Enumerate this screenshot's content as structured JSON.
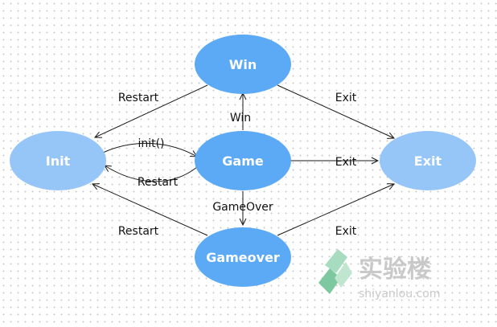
{
  "colors": {
    "node_primary": "#5caaf5",
    "node_light": "#96c6f7",
    "edge": "#1a1a1a",
    "watermark": "#c9c9c9",
    "watermark_icon": "#7ec8a0"
  },
  "nodes": {
    "win": "Win",
    "init": "Init",
    "game": "Game",
    "exit": "Exit",
    "gameover": "Gameover"
  },
  "edges": {
    "win_to_init": "Restart",
    "win_to_exit": "Exit",
    "game_to_win": "Win",
    "init_to_game": "init()",
    "game_to_init": "Restart",
    "game_to_exit": "Exit",
    "game_to_gameover": "GameOver",
    "gameover_to_init": "Restart",
    "gameover_to_exit": "Exit"
  },
  "watermark": {
    "brand": "实验楼",
    "url": "shiyanlou.com"
  }
}
